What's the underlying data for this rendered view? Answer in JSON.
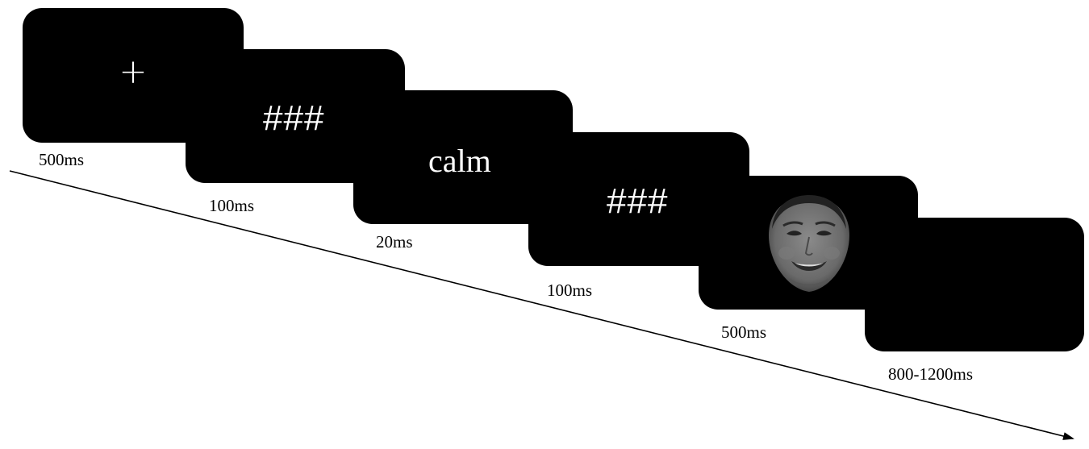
{
  "trial": {
    "screens": [
      {
        "id": "fixation",
        "content": "+",
        "duration": "500ms"
      },
      {
        "id": "forward-mask",
        "content": "###",
        "duration": "100ms"
      },
      {
        "id": "prime-word",
        "content": "calm",
        "duration": "20ms"
      },
      {
        "id": "backward-mask",
        "content": "###",
        "duration": "100ms"
      },
      {
        "id": "face",
        "content_icon": "smiling-face-icon",
        "duration": "500ms"
      },
      {
        "id": "blank",
        "content": "",
        "duration": "800-1200ms"
      }
    ]
  },
  "colors": {
    "screen": "#000000",
    "text_on_screen": "#ffffff",
    "labels": "#000000",
    "background": "#ffffff"
  }
}
